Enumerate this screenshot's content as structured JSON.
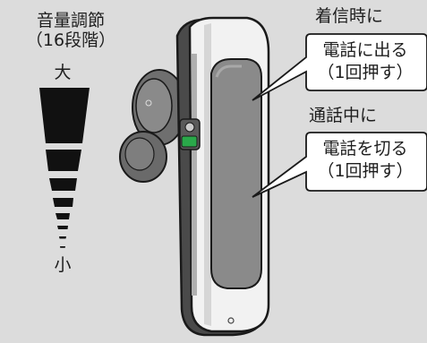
{
  "volume": {
    "title_line1": "音量調節",
    "title_line2": "（16段階）",
    "label_large": "大",
    "label_small": "小",
    "levels": 16
  },
  "actions": [
    {
      "condition": "着信時に",
      "action_line1": "電話に出る",
      "action_line2": "（1回押す）"
    },
    {
      "condition": "通話中に",
      "action_line1": "電話を切る",
      "action_line2": "（1回押す）"
    }
  ],
  "colors": {
    "background": "#dcdcdc",
    "device_body": "#f2f2f2",
    "button_panel": "#8a8a8a",
    "earpiece": "#7a7a7a",
    "indicator": "#2aa84a",
    "bars": "#111111"
  }
}
